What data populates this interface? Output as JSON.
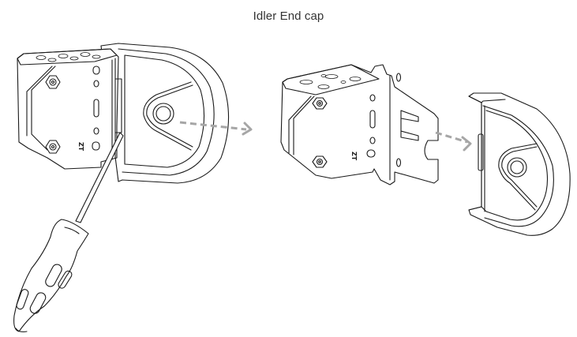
{
  "title": "Idler End cap",
  "labels": {
    "bracket_mark_left": "ZT",
    "bracket_mark_right": "ZT"
  },
  "figures": [
    {
      "name": "assembled-bracket-with-cap",
      "description": "Bracket with idler end cap attached, screwdriver prying cap off"
    },
    {
      "name": "bracket",
      "description": "Mounting bracket alone"
    },
    {
      "name": "idler-end-cap",
      "description": "Detached idler end cap"
    }
  ],
  "colors": {
    "line": "#1a1a1a",
    "arrow": "#a6a6a6",
    "title_text": "#333333",
    "background": "#ffffff"
  }
}
